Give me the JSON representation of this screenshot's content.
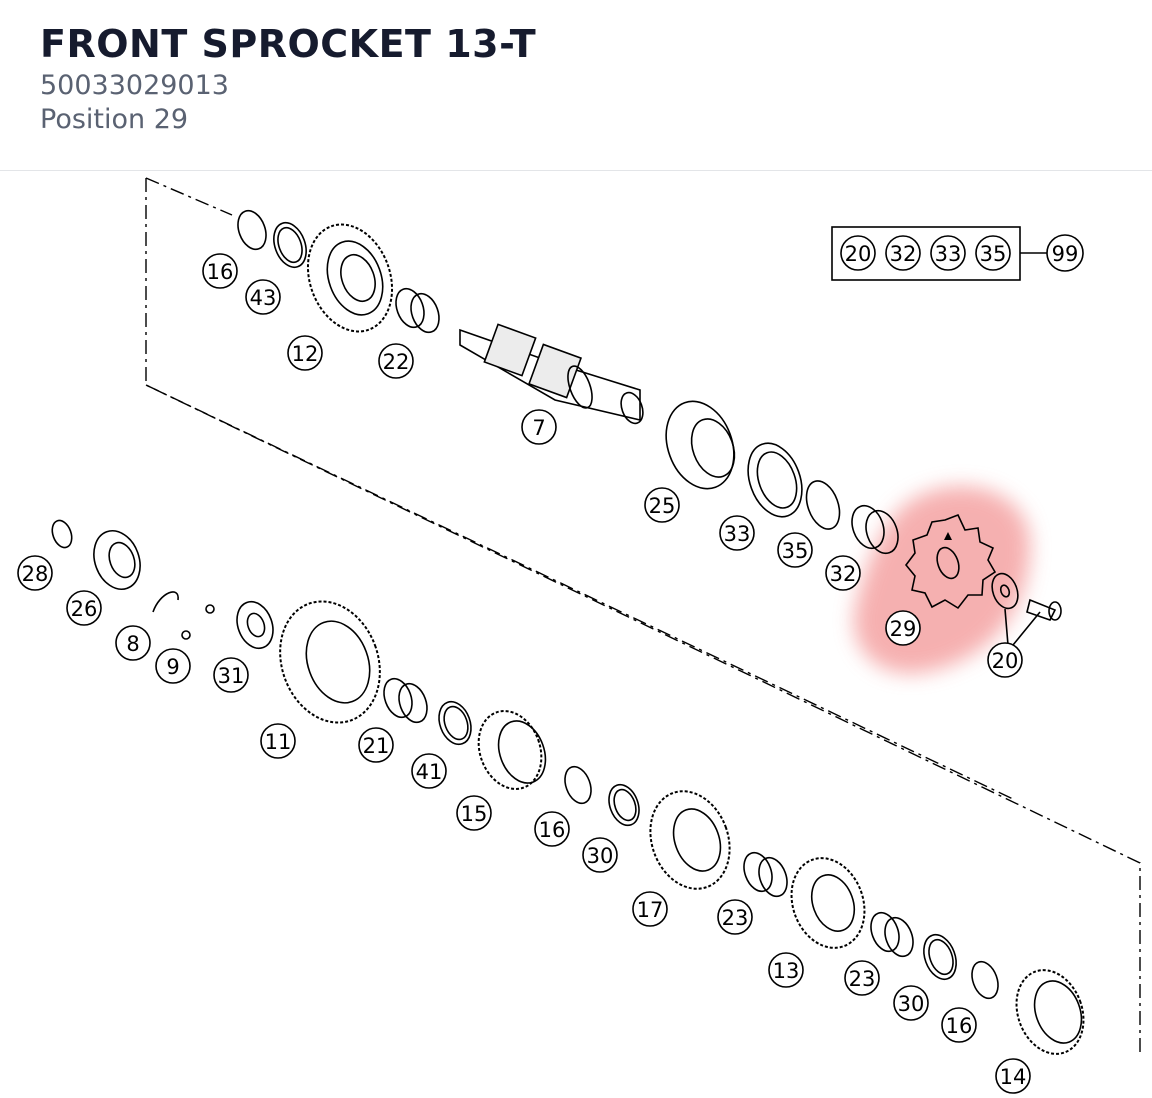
{
  "header": {
    "title": "FRONT SPROCKET 13-T",
    "part_number": "50033029013",
    "position": "Position 29"
  },
  "diagram": {
    "highlight_color": "#f07c7c",
    "highlighted_callout": "29",
    "kit": {
      "members": [
        "20",
        "32",
        "33",
        "35"
      ],
      "target": "99"
    },
    "callouts": [
      {
        "id": "c16a",
        "label": "16"
      },
      {
        "id": "c43",
        "label": "43"
      },
      {
        "id": "c12",
        "label": "12"
      },
      {
        "id": "c22",
        "label": "22"
      },
      {
        "id": "c7",
        "label": "7"
      },
      {
        "id": "c25",
        "label": "25"
      },
      {
        "id": "c33",
        "label": "33"
      },
      {
        "id": "c35",
        "label": "35"
      },
      {
        "id": "c32",
        "label": "32"
      },
      {
        "id": "c29",
        "label": "29"
      },
      {
        "id": "c20",
        "label": "20"
      },
      {
        "id": "c28",
        "label": "28"
      },
      {
        "id": "c26",
        "label": "26"
      },
      {
        "id": "c8",
        "label": "8"
      },
      {
        "id": "c9",
        "label": "9"
      },
      {
        "id": "c31",
        "label": "31"
      },
      {
        "id": "c11",
        "label": "11"
      },
      {
        "id": "c21",
        "label": "21"
      },
      {
        "id": "c41",
        "label": "41"
      },
      {
        "id": "c15",
        "label": "15"
      },
      {
        "id": "c16b",
        "label": "16"
      },
      {
        "id": "c30a",
        "label": "30"
      },
      {
        "id": "c17",
        "label": "17"
      },
      {
        "id": "c23a",
        "label": "23"
      },
      {
        "id": "c13",
        "label": "13"
      },
      {
        "id": "c23b",
        "label": "23"
      },
      {
        "id": "c30b",
        "label": "30"
      },
      {
        "id": "c16c",
        "label": "16"
      },
      {
        "id": "c14",
        "label": "14"
      }
    ]
  }
}
